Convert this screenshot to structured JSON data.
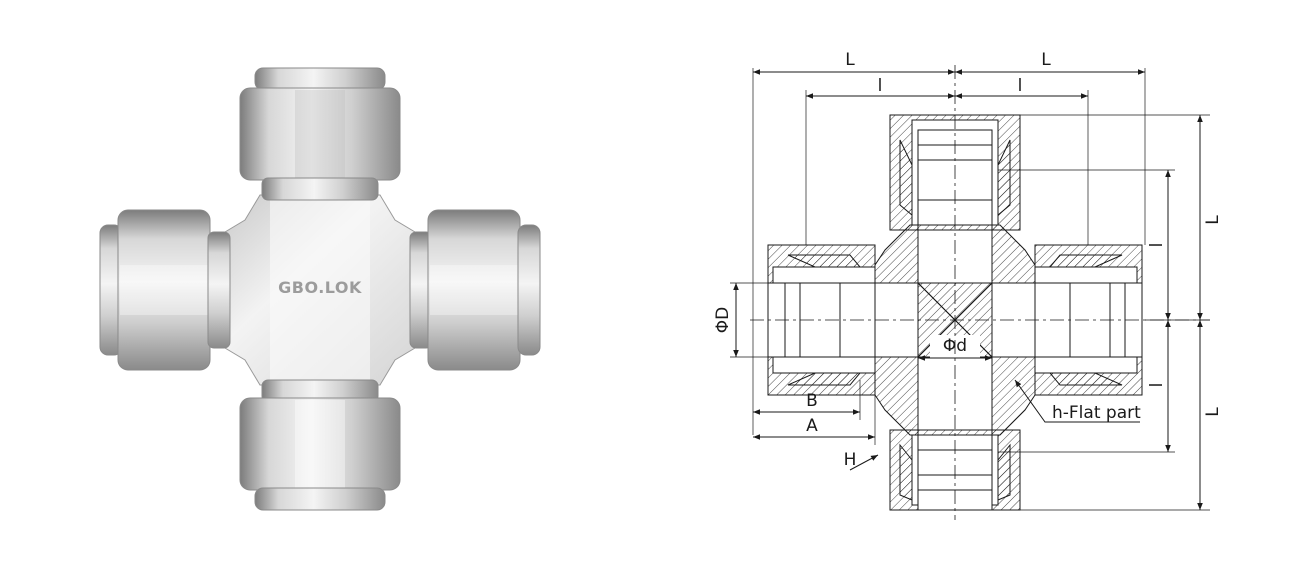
{
  "photo": {
    "brand": "GBO.LOK"
  },
  "drawing": {
    "dims": {
      "L_top_left": "L",
      "L_top_right": "L",
      "l_top_left": "l",
      "l_top_right": "l",
      "L_right_upper": "L",
      "L_right_lower": "L",
      "l_right_upper": "l",
      "l_right_lower": "l",
      "D": "ΦD",
      "d": "Φd",
      "B": "B",
      "A": "A",
      "H": "H",
      "flat": "h-Flat part"
    }
  },
  "colors": {
    "line": "#1a1a1a",
    "steel_light": "#eeeeee",
    "steel_dark": "#8a8a8a"
  }
}
